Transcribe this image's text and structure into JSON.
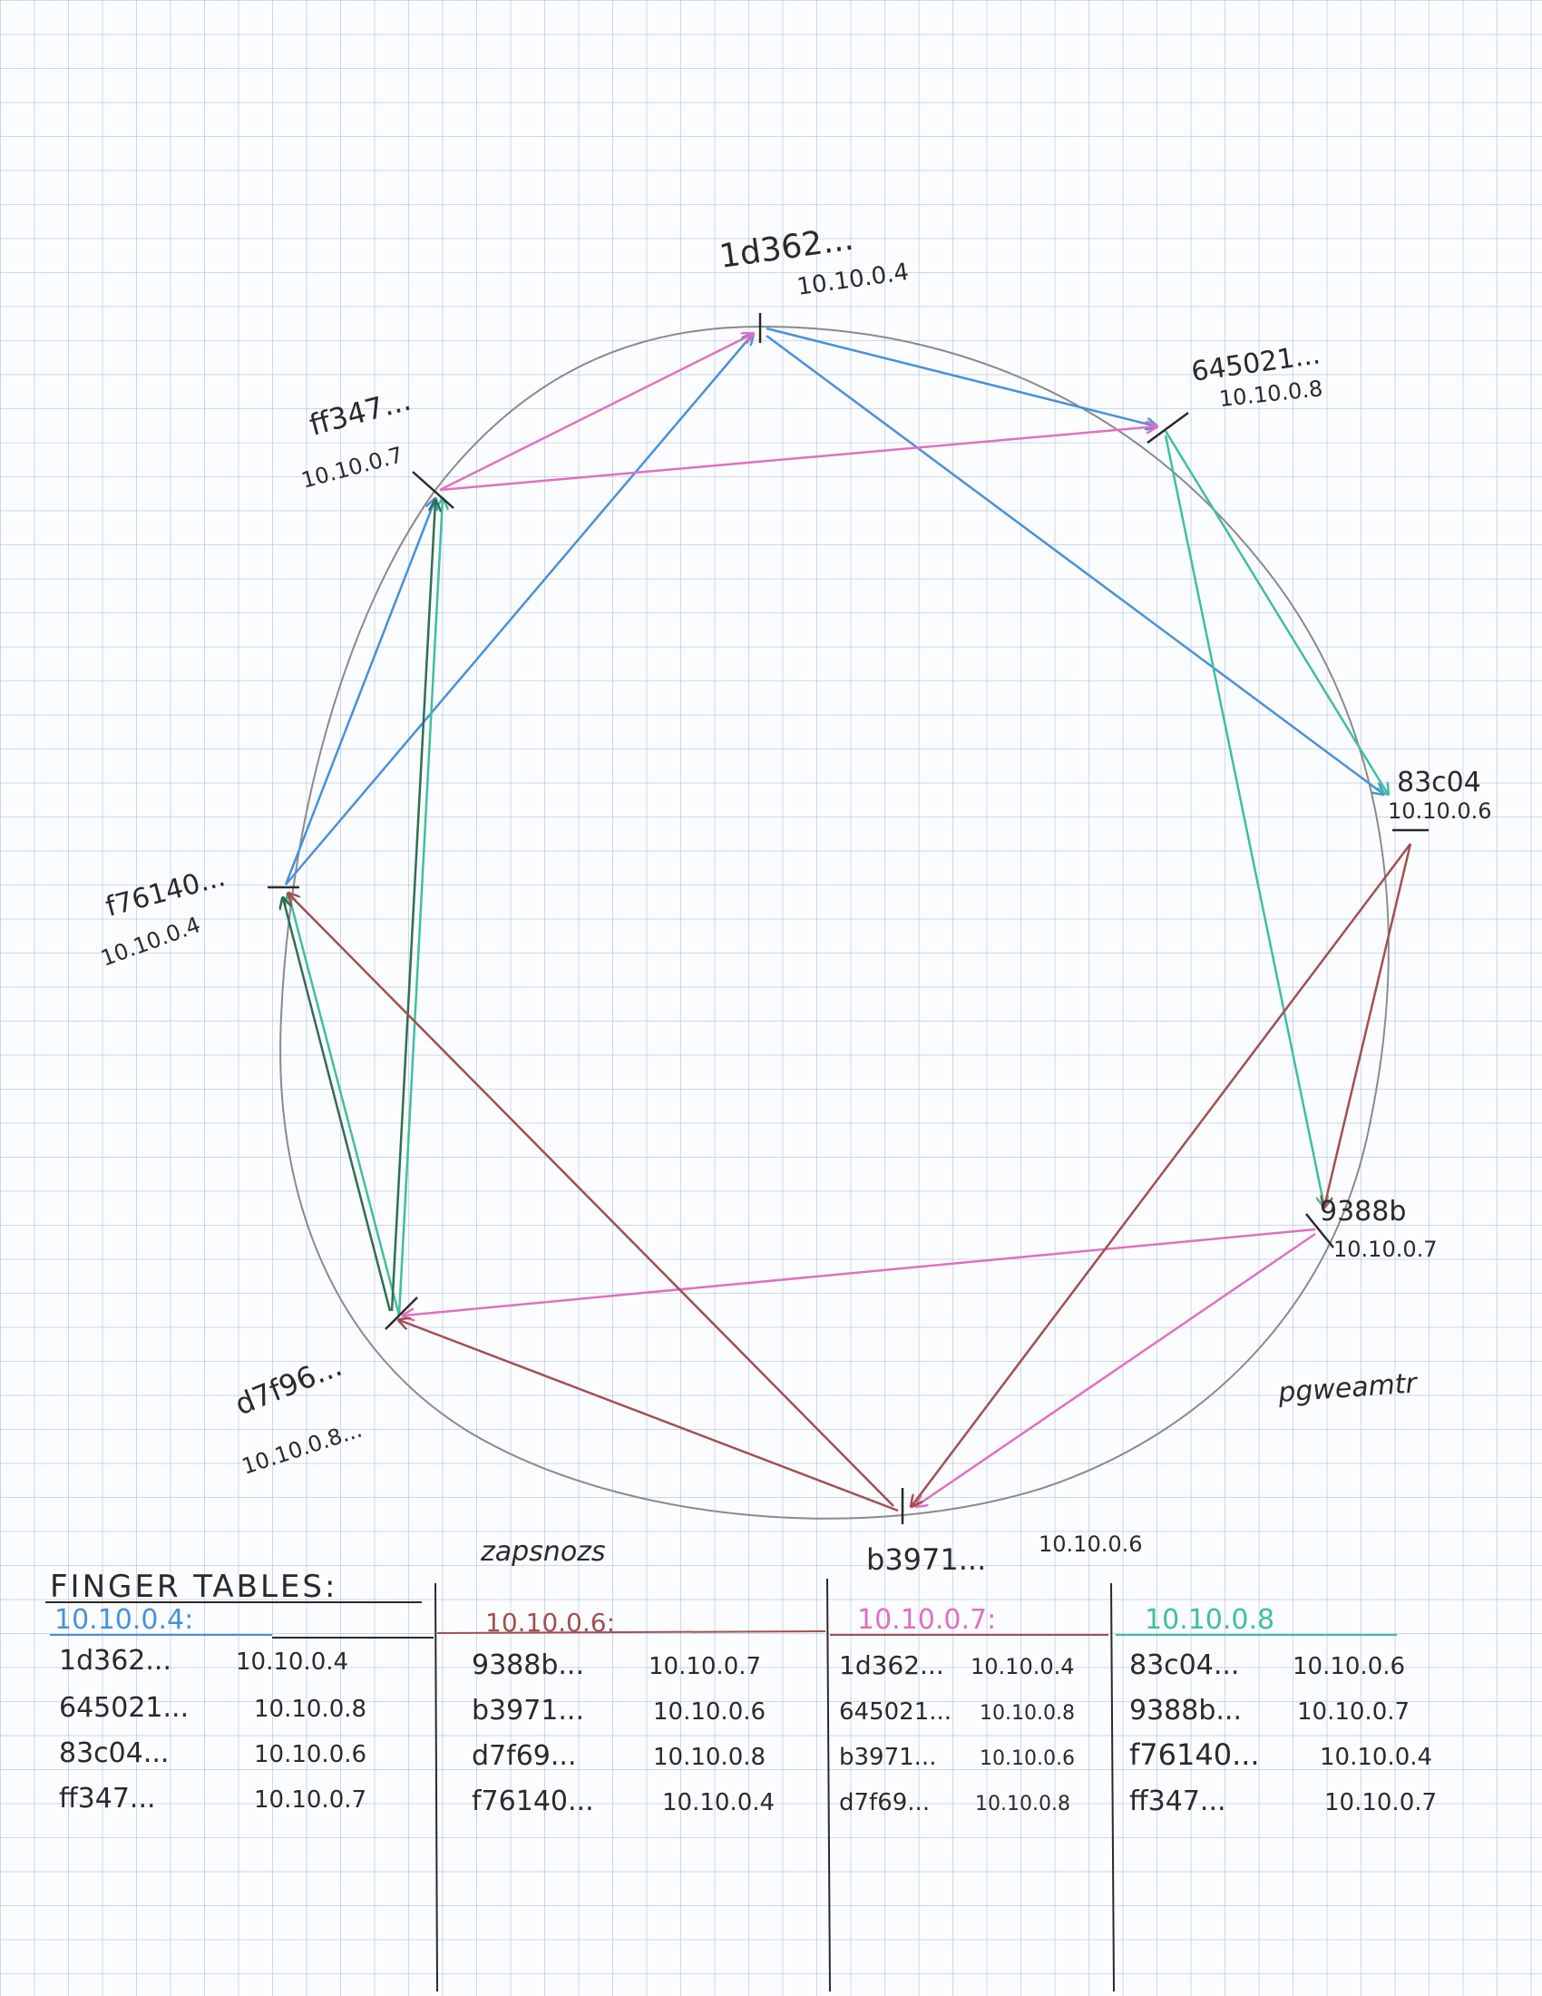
{
  "nodes": [
    {
      "id": "n1d362",
      "hash": "1d362...",
      "ip": "10.10.0.4"
    },
    {
      "id": "n645021",
      "hash": "645021...",
      "ip": "10.10.0.8"
    },
    {
      "id": "n83c04",
      "hash": "83c04",
      "ip": "10.10.0.6"
    },
    {
      "id": "n9388b",
      "hash": "9388b",
      "ip": "10.10.0.7"
    },
    {
      "id": "nb3971",
      "hash": "b3971...",
      "ip": "10.10.0.6"
    },
    {
      "id": "nd7f96",
      "hash": "d7f96...",
      "ip": "10.10.0.8..."
    },
    {
      "id": "nf76140",
      "hash": "f76140...",
      "ip": "10.10.0.4"
    },
    {
      "id": "nff347",
      "hash": "ff347...",
      "ip": "10.10.0.7"
    }
  ],
  "colors": {
    "ring": "#8a8a8a",
    "blue": "#4a90d9",
    "pink": "#e070c0",
    "teal": "#3fbf9f",
    "maroon": "#a05050",
    "darkgreen": "#2f6f4f",
    "ink": "#2a2a2a"
  },
  "signatures": {
    "left": "zapsnozs",
    "right": "pgweamtr"
  },
  "finger_tables": {
    "title": "FINGER TABLES:",
    "tables": [
      {
        "header": "10.10.0.4:",
        "color": "#4a90d9",
        "rows": [
          {
            "hash": "1d362...",
            "ip": "10.10.0.4"
          },
          {
            "hash": "645021...",
            "ip": "10.10.0.8"
          },
          {
            "hash": "83c04...",
            "ip": "10.10.0.6"
          },
          {
            "hash": "ff347...",
            "ip": "10.10.0.7"
          }
        ]
      },
      {
        "header": "10.10.0.6:",
        "color": "#a05050",
        "rows": [
          {
            "hash": "9388b...",
            "ip": "10.10.0.7"
          },
          {
            "hash": "b3971...",
            "ip": "10.10.0.6"
          },
          {
            "hash": "d7f69...",
            "ip": "10.10.0.8"
          },
          {
            "hash": "f76140...",
            "ip": "10.10.0.4"
          }
        ]
      },
      {
        "header": "10.10.0.7:",
        "color": "#e070c0",
        "rows": [
          {
            "hash": "1d362...",
            "ip": "10.10.0.4"
          },
          {
            "hash": "645021...",
            "ip": "10.10.0.8"
          },
          {
            "hash": "b3971...",
            "ip": "10.10.0.6"
          },
          {
            "hash": "d7f69...",
            "ip": "10.10.0.8"
          }
        ]
      },
      {
        "header": "10.10.0.8",
        "color": "#3fbf9f",
        "rows": [
          {
            "hash": "83c04...",
            "ip": "10.10.0.6"
          },
          {
            "hash": "9388b...",
            "ip": "10.10.0.7"
          },
          {
            "hash": "f76140...",
            "ip": "10.10.0.4"
          },
          {
            "hash": "ff347...",
            "ip": "10.10.0.7"
          }
        ]
      }
    ]
  }
}
